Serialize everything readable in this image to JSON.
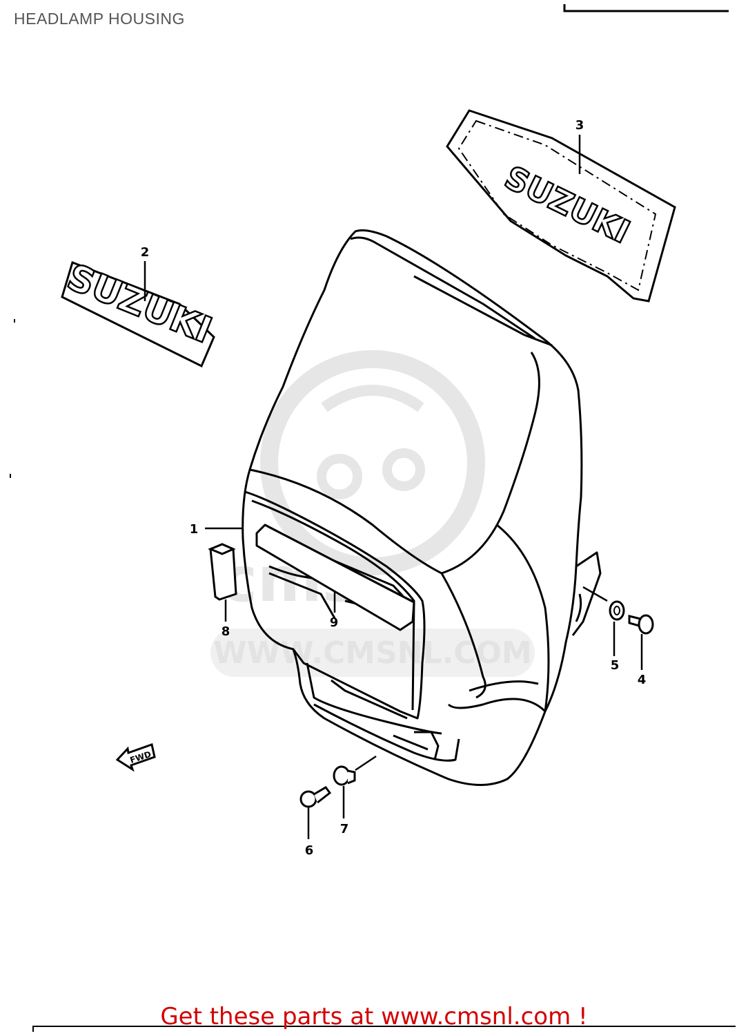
{
  "diagram": {
    "title": "HEADLAMP HOUSING",
    "parts": [
      {
        "ref": "1"
      },
      {
        "ref": "2"
      },
      {
        "ref": "3"
      },
      {
        "ref": "4"
      },
      {
        "ref": "5"
      },
      {
        "ref": "6"
      },
      {
        "ref": "7"
      },
      {
        "ref": "8"
      },
      {
        "ref": "9"
      }
    ],
    "decals": {
      "left": "SUZUKI",
      "right": "SUZUKI"
    },
    "direction_arrow": "FWD"
  },
  "watermark": {
    "logo": "cms",
    "url": "WWW.CMSNL.COM"
  },
  "footer": {
    "text": "Get these parts at www.cmsnl.com !"
  },
  "colors": {
    "title": "#555555",
    "line": "#000000",
    "footer": "#d40000",
    "watermark": "#e3e3e3"
  }
}
